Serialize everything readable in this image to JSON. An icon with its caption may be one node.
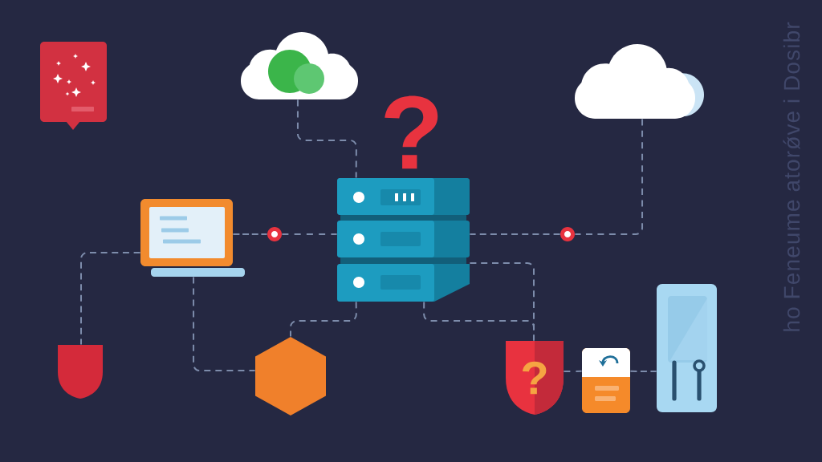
{
  "diagram": {
    "nodes": [
      {
        "text": [],
        "shape": "picture"
      },
      {
        "text": [],
        "shape": "cloud"
      },
      {
        "text": [],
        "shape": "cloud"
      },
      {
        "text": [],
        "shape": "picture"
      },
      {
        "text": [],
        "shape": "circle"
      },
      {
        "text": [],
        "shape": "picture"
      },
      {
        "text": [],
        "shape": "circle"
      },
      {
        "text": [],
        "shape": "picture"
      },
      {
        "text": [],
        "shape": "shield"
      },
      {
        "text": [],
        "shape": "hexagon"
      },
      {
        "text": [
          "?"
        ]
      },
      {
        "text": [],
        "shape": "picture"
      }
    ],
    "edges": [
      {
        "from": 1,
        "to": 5,
        "arrow": "none",
        "style": "dashed"
      },
      {
        "from": 2,
        "to": 6,
        "arrow": "none",
        "style": "dashed"
      },
      {
        "from": 6,
        "to": 5,
        "arrow": "none",
        "style": "dashed"
      },
      {
        "from": 3,
        "to": 4,
        "arrow": "none",
        "style": "dashed"
      },
      {
        "from": 4,
        "to": 5,
        "arrow": "none",
        "style": "dashed"
      },
      {
        "from": 3,
        "to": 8,
        "arrow": "none",
        "style": "dashed"
      },
      {
        "from": 3,
        "to": 9,
        "arrow": "none",
        "style": "dashed"
      },
      {
        "from": 5,
        "to": 9,
        "arrow": "none",
        "style": "dashed"
      },
      {
        "from": 5,
        "to": 10,
        "arrow": "none",
        "style": "dashed"
      },
      {
        "from": 5,
        "to": 10,
        "arrow": "none",
        "style": "dashed"
      },
      {
        "from": 10,
        "to": 11,
        "arrow": "none",
        "style": "dashed"
      },
      {
        "from": 11,
        "to": 7,
        "arrow": "none",
        "style": "dashed"
      }
    ],
    "labels": [
      "?",
      "ho Feneume atorǿve i Dosibr"
    ]
  }
}
